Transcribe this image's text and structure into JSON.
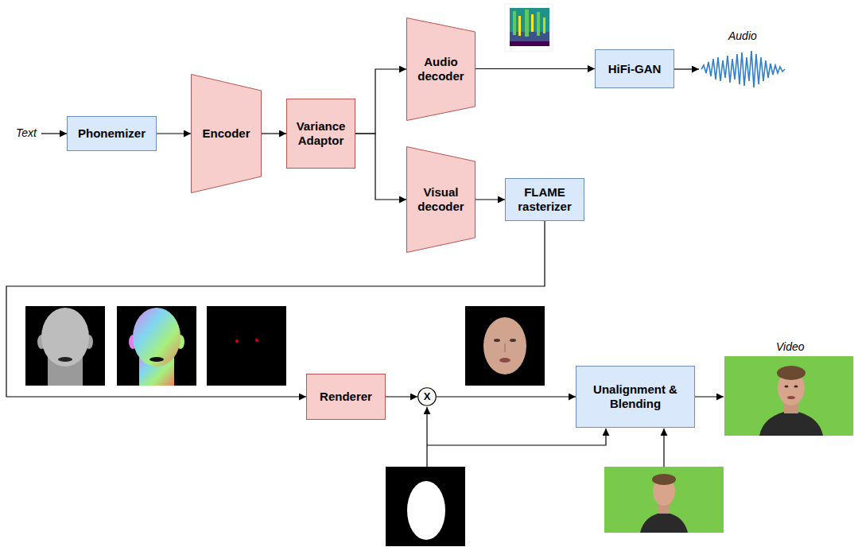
{
  "diagram": {
    "nodes": [
      {
        "text": [
          "Phonemizer"
        ]
      },
      {
        "text": [
          "Encoder"
        ]
      },
      {
        "text": [
          "Variance Adaptor"
        ]
      },
      {
        "text": [
          "Audio decoder"
        ]
      },
      {
        "text": [
          "HiFi-GAN"
        ]
      },
      {
        "text": [
          "Visual decoder"
        ]
      },
      {
        "text": [
          "FLAME rasterizer"
        ]
      },
      {
        "text": [
          "Renderer"
        ]
      },
      {
        "text": [
          "X"
        ]
      },
      {
        "text": [
          "Unalignment & Blending"
        ]
      }
    ],
    "edges": [
      {
        "from": 0,
        "to": 1,
        "arrow": "to"
      },
      {
        "from": 1,
        "to": 2,
        "arrow": "to"
      },
      {
        "from": 2,
        "to": 3,
        "arrow": "to"
      },
      {
        "from": 2,
        "to": 5,
        "arrow": "to"
      },
      {
        "from": 3,
        "to": 4,
        "arrow": "to"
      },
      {
        "from": 5,
        "to": 6,
        "arrow": "to"
      },
      {
        "from": 6,
        "to": 7,
        "arrow": "to"
      },
      {
        "from": 7,
        "to": 8,
        "arrow": "to"
      },
      {
        "from": 8,
        "to": 9,
        "arrow": "to"
      }
    ],
    "labels": [
      "Text",
      "Audio",
      "Video"
    ]
  }
}
